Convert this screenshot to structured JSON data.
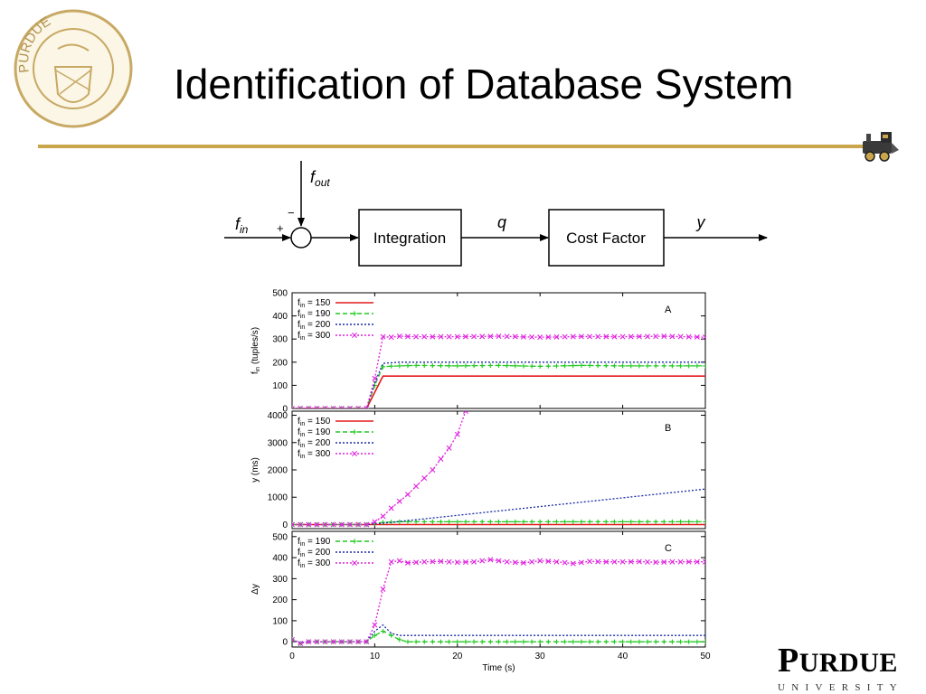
{
  "slide": {
    "title": "Identification of Database System"
  },
  "logos": {
    "seal_icon": "purdue-university-seal",
    "train_icon": "boilermaker-train-icon",
    "wordmark": "PURDUE",
    "wordmark_first": "P",
    "wordmark_rest": "URDUE",
    "wordmark_sub": "UNIVERSITY"
  },
  "colors": {
    "rule": "#C9A64B",
    "f150": "#e41a1c",
    "f190": "#22c922",
    "f200": "#1a2aa8",
    "f300": "#e020e0"
  },
  "block_diagram": {
    "input_base": "f",
    "input_sub": "in",
    "feedback_base": "f",
    "feedback_sub": "out",
    "plus": "+",
    "minus": "−",
    "block1": "Integration",
    "signal_mid": "q",
    "block2": "Cost Factor",
    "output": "y"
  },
  "chart_data": [
    {
      "type": "line",
      "panel": "A",
      "ylabel_base": "f",
      "ylabel_sub": "in",
      "ylabel_rest": " (tuples/s)",
      "xlim": [
        0,
        50
      ],
      "ylim": [
        0,
        500
      ],
      "yticks": [
        0,
        100,
        200,
        300,
        400,
        500
      ],
      "legend": "top-left",
      "series": [
        {
          "name": "f_in = 150",
          "base": "f",
          "sub": "in",
          "rest": " = 150",
          "color": "#e41a1c",
          "dash": "",
          "marker": "none",
          "points": [
            [
              0,
              0
            ],
            [
              9,
              0
            ],
            [
              11,
              140
            ],
            [
              50,
              140
            ]
          ]
        },
        {
          "name": "f_in = 190",
          "base": "f",
          "sub": "in",
          "rest": " = 190",
          "color": "#22c922",
          "dash": "5,3",
          "marker": "plus",
          "points": [
            [
              0,
              0
            ],
            [
              9,
              0
            ],
            [
              10,
              100
            ],
            [
              11,
              180
            ],
            [
              12,
              183
            ],
            [
              15,
              186
            ],
            [
              20,
              184
            ],
            [
              25,
              186
            ],
            [
              30,
              182
            ],
            [
              35,
              186
            ],
            [
              40,
              184
            ],
            [
              45,
              184
            ],
            [
              50,
              184
            ]
          ]
        },
        {
          "name": "f_in = 200",
          "base": "f",
          "sub": "in",
          "rest": " = 200",
          "color": "#1a2aa8",
          "dash": "2,2",
          "marker": "none",
          "points": [
            [
              0,
              0
            ],
            [
              9,
              0
            ],
            [
              10,
              110
            ],
            [
              11,
              195
            ],
            [
              13,
              200
            ],
            [
              50,
              200
            ]
          ]
        },
        {
          "name": "f_in = 300",
          "base": "f",
          "sub": "in",
          "rest": " = 300",
          "color": "#e020e0",
          "dash": "2,2",
          "marker": "x",
          "points": [
            [
              0,
              0
            ],
            [
              9,
              0
            ],
            [
              10,
              130
            ],
            [
              11,
              310
            ],
            [
              12,
              308
            ],
            [
              13,
              312
            ],
            [
              15,
              310
            ],
            [
              20,
              310
            ],
            [
              25,
              312
            ],
            [
              30,
              308
            ],
            [
              35,
              311
            ],
            [
              40,
              310
            ],
            [
              45,
              312
            ],
            [
              50,
              308
            ]
          ]
        }
      ]
    },
    {
      "type": "line",
      "panel": "B",
      "ylabel": "y (ms)",
      "xlim": [
        0,
        50
      ],
      "ylim": [
        -150,
        4150
      ],
      "yticks": [
        0,
        1000,
        2000,
        3000,
        4000
      ],
      "legend": "top-left",
      "series": [
        {
          "name": "f_in = 150",
          "base": "f",
          "sub": "in",
          "rest": " = 150",
          "color": "#e41a1c",
          "dash": "",
          "marker": "none",
          "points": [
            [
              0,
              0
            ],
            [
              50,
              0
            ]
          ]
        },
        {
          "name": "f_in = 190",
          "base": "f",
          "sub": "in",
          "rest": " = 190",
          "color": "#22c922",
          "dash": "5,3",
          "marker": "plus",
          "points": [
            [
              0,
              0
            ],
            [
              9,
              0
            ],
            [
              11,
              80
            ],
            [
              13,
              100
            ],
            [
              20,
              100
            ],
            [
              30,
              100
            ],
            [
              40,
              100
            ],
            [
              50,
              100
            ]
          ]
        },
        {
          "name": "f_in = 200",
          "base": "f",
          "sub": "in",
          "rest": " = 200",
          "color": "#1a2aa8",
          "dash": "2,2",
          "marker": "none",
          "points": [
            [
              0,
              0
            ],
            [
              9,
              0
            ],
            [
              11,
              50
            ],
            [
              50,
              1300
            ]
          ]
        },
        {
          "name": "f_in = 300",
          "base": "f",
          "sub": "in",
          "rest": " = 300",
          "color": "#e020e0",
          "dash": "2,2",
          "marker": "x",
          "points": [
            [
              0,
              0
            ],
            [
              9,
              0
            ],
            [
              10,
              100
            ],
            [
              11,
              300
            ],
            [
              12,
              600
            ],
            [
              13,
              850
            ],
            [
              14,
              1100
            ],
            [
              15,
              1400
            ],
            [
              16,
              1700
            ],
            [
              17,
              2000
            ],
            [
              18,
              2400
            ],
            [
              19,
              2800
            ],
            [
              20,
              3300
            ],
            [
              21,
              4150
            ]
          ]
        }
      ]
    },
    {
      "type": "line",
      "panel": "C",
      "ylabel": "Δy",
      "xlabel": "Time (s)",
      "xlim": [
        0,
        50
      ],
      "ylim": [
        -25,
        525
      ],
      "yticks": [
        0,
        100,
        200,
        300,
        400,
        500
      ],
      "xticks": [
        0,
        10,
        20,
        30,
        40,
        50
      ],
      "legend": "top-left",
      "series": [
        {
          "name": "f_in = 190",
          "base": "f",
          "sub": "in",
          "rest": " = 190",
          "color": "#22c922",
          "dash": "5,3",
          "marker": "plus",
          "points": [
            [
              0,
              10
            ],
            [
              1,
              -8
            ],
            [
              2,
              0
            ],
            [
              9,
              0
            ],
            [
              10,
              30
            ],
            [
              11,
              50
            ],
            [
              12,
              30
            ],
            [
              13,
              10
            ],
            [
              14,
              0
            ],
            [
              20,
              0
            ],
            [
              30,
              0
            ],
            [
              40,
              0
            ],
            [
              50,
              0
            ]
          ]
        },
        {
          "name": "f_in = 200",
          "base": "f",
          "sub": "in",
          "rest": " = 200",
          "color": "#1a2aa8",
          "dash": "2,2",
          "marker": "none",
          "points": [
            [
              0,
              10
            ],
            [
              1,
              -5
            ],
            [
              2,
              0
            ],
            [
              9,
              0
            ],
            [
              10,
              50
            ],
            [
              11,
              80
            ],
            [
              12,
              40
            ],
            [
              13,
              30
            ],
            [
              20,
              30
            ],
            [
              30,
              30
            ],
            [
              40,
              30
            ],
            [
              50,
              30
            ]
          ]
        },
        {
          "name": "f_in = 300",
          "base": "f",
          "sub": "in",
          "rest": " = 300",
          "color": "#e020e0",
          "dash": "2,2",
          "marker": "x",
          "points": [
            [
              0,
              10
            ],
            [
              1,
              -8
            ],
            [
              2,
              0
            ],
            [
              9,
              0
            ],
            [
              10,
              80
            ],
            [
              11,
              250
            ],
            [
              12,
              380
            ],
            [
              13,
              385
            ],
            [
              14,
              375
            ],
            [
              16,
              380
            ],
            [
              18,
              382
            ],
            [
              20,
              378
            ],
            [
              22,
              380
            ],
            [
              24,
              390
            ],
            [
              26,
              380
            ],
            [
              28,
              375
            ],
            [
              30,
              385
            ],
            [
              32,
              380
            ],
            [
              34,
              372
            ],
            [
              36,
              382
            ],
            [
              38,
              380
            ],
            [
              40,
              380
            ],
            [
              42,
              381
            ],
            [
              44,
              378
            ],
            [
              46,
              380
            ],
            [
              48,
              380
            ],
            [
              50,
              380
            ]
          ]
        }
      ]
    }
  ]
}
